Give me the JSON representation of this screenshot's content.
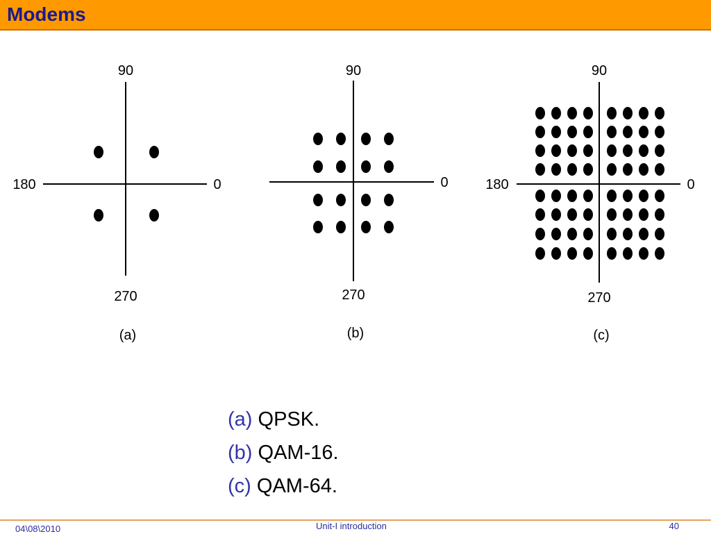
{
  "header": {
    "title": "Modems"
  },
  "diagrams": [
    {
      "id": "a",
      "label": "(a)",
      "deg_top": "90",
      "deg_left": "180",
      "deg_right": "0",
      "deg_bottom": "270",
      "points_per_quadrant_side": 1
    },
    {
      "id": "b",
      "label": "(b)",
      "deg_top": "90",
      "deg_left": "",
      "deg_right": "0",
      "deg_bottom": "270",
      "points_per_quadrant_side": 2
    },
    {
      "id": "c",
      "label": "(c)",
      "deg_top": "90",
      "deg_left": "180",
      "deg_right": "0",
      "deg_bottom": "270",
      "points_per_quadrant_side": 4
    }
  ],
  "captions": [
    {
      "letter": "(a)",
      "text": "QPSK."
    },
    {
      "letter": "(b)",
      "text": "QAM-16."
    },
    {
      "letter": "(c)",
      "text": "QAM-64."
    }
  ],
  "footer": {
    "date": "04\\08\\2010",
    "center": "Unit-I introduction",
    "page": "40"
  },
  "colors": {
    "title_bar": "#FF9900",
    "title_text": "#1A1A8C",
    "caption_letter": "#3333AA",
    "footer_text": "#2B2BA0"
  }
}
